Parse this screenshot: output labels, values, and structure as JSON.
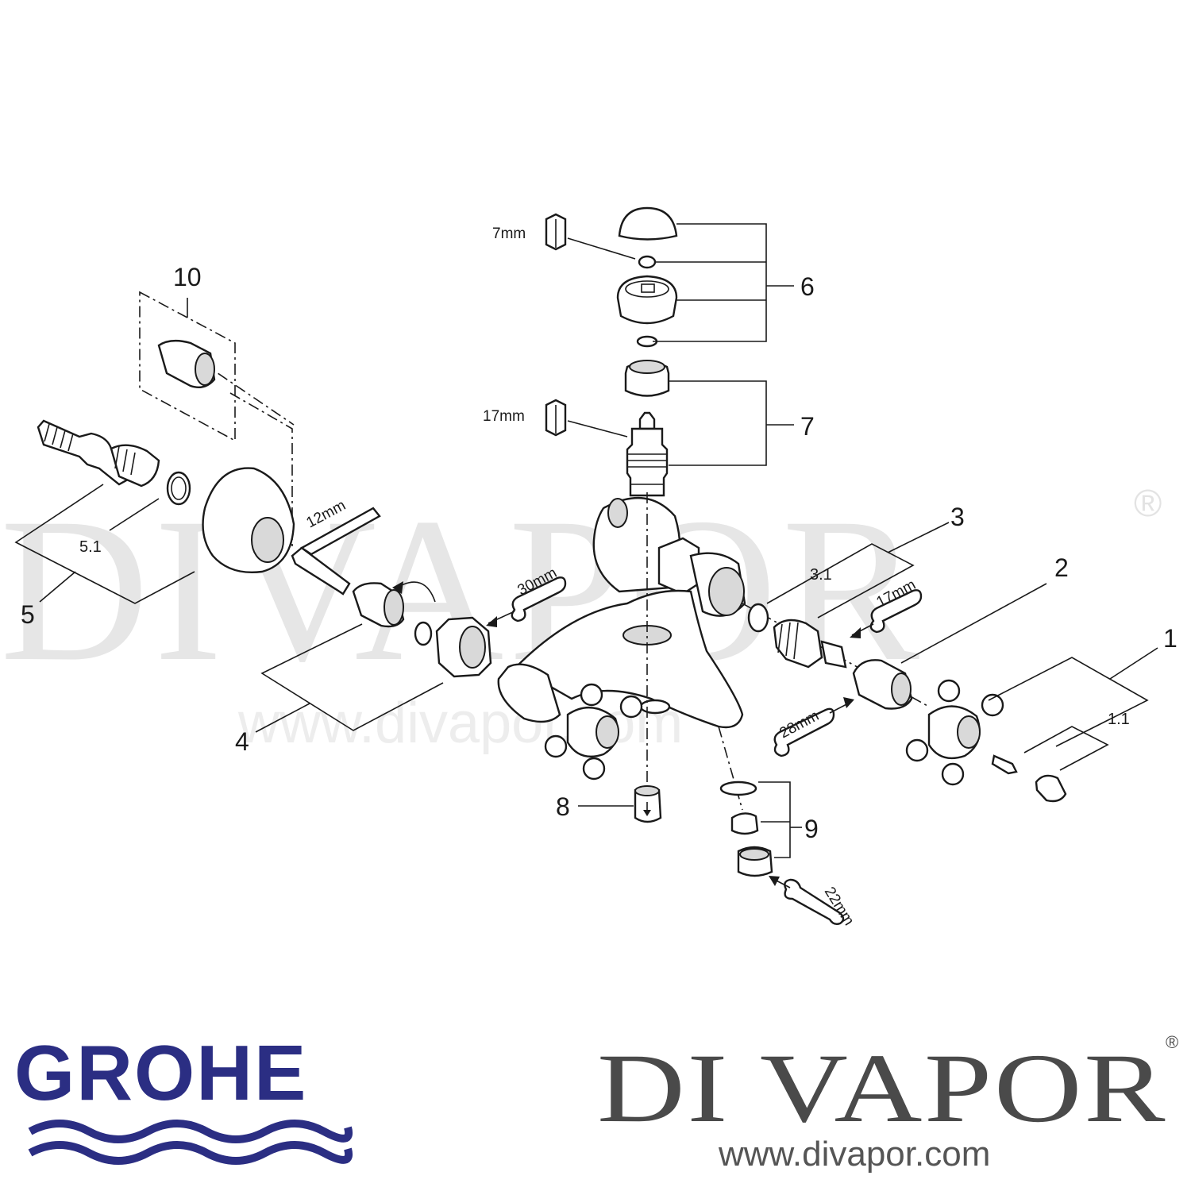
{
  "watermark": {
    "text": "DIVAPOR",
    "registered": "®",
    "url": "www.divapor.com"
  },
  "callouts": {
    "c1": "1",
    "c1_1": "1.1",
    "c2": "2",
    "c3": "3",
    "c3_1": "3.1",
    "c4": "4",
    "c5": "5",
    "c5_1": "5.1",
    "c6": "6",
    "c7": "7",
    "c8": "8",
    "c9": "9",
    "c10": "10"
  },
  "tools": {
    "t7mm": "7mm",
    "t17mm_top": "17mm",
    "t12mm": "12mm",
    "t30mm": "30mm",
    "t17mm_right": "17mm",
    "t28mm": "28mm",
    "t22mm": "22mm"
  },
  "logo_left": {
    "name": "GROHE",
    "wave_color": "#2b2e83"
  },
  "logo_right": {
    "name": "DI VAPOR",
    "registered": "®",
    "url": "www.divapor.com"
  }
}
